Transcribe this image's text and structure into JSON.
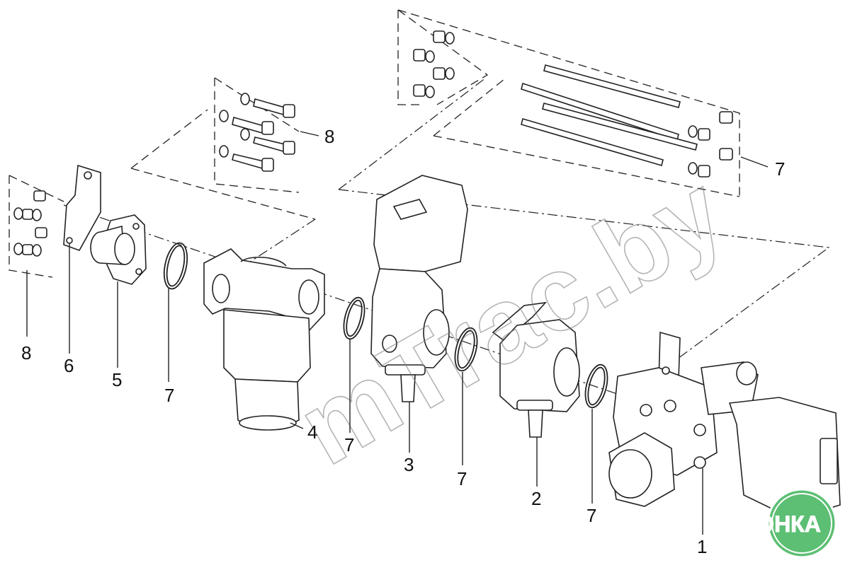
{
  "diagram": {
    "callouts": [
      {
        "id": "c1",
        "label": "1"
      },
      {
        "id": "c2",
        "label": "2"
      },
      {
        "id": "c3",
        "label": "3"
      },
      {
        "id": "c4",
        "label": "4"
      },
      {
        "id": "c5",
        "label": "5"
      },
      {
        "id": "c6",
        "label": "6"
      },
      {
        "id": "c7a",
        "label": "7"
      },
      {
        "id": "c7b",
        "label": "7"
      },
      {
        "id": "c7c",
        "label": "7"
      },
      {
        "id": "c7d",
        "label": "7"
      },
      {
        "id": "c7e",
        "label": "7"
      },
      {
        "id": "c8a",
        "label": "8"
      },
      {
        "id": "c8b",
        "label": "8"
      }
    ]
  },
  "watermark": {
    "text": "mTrac.by"
  },
  "logo": {
    "text": "АГРОНКА",
    "color": "#5cbf73"
  }
}
